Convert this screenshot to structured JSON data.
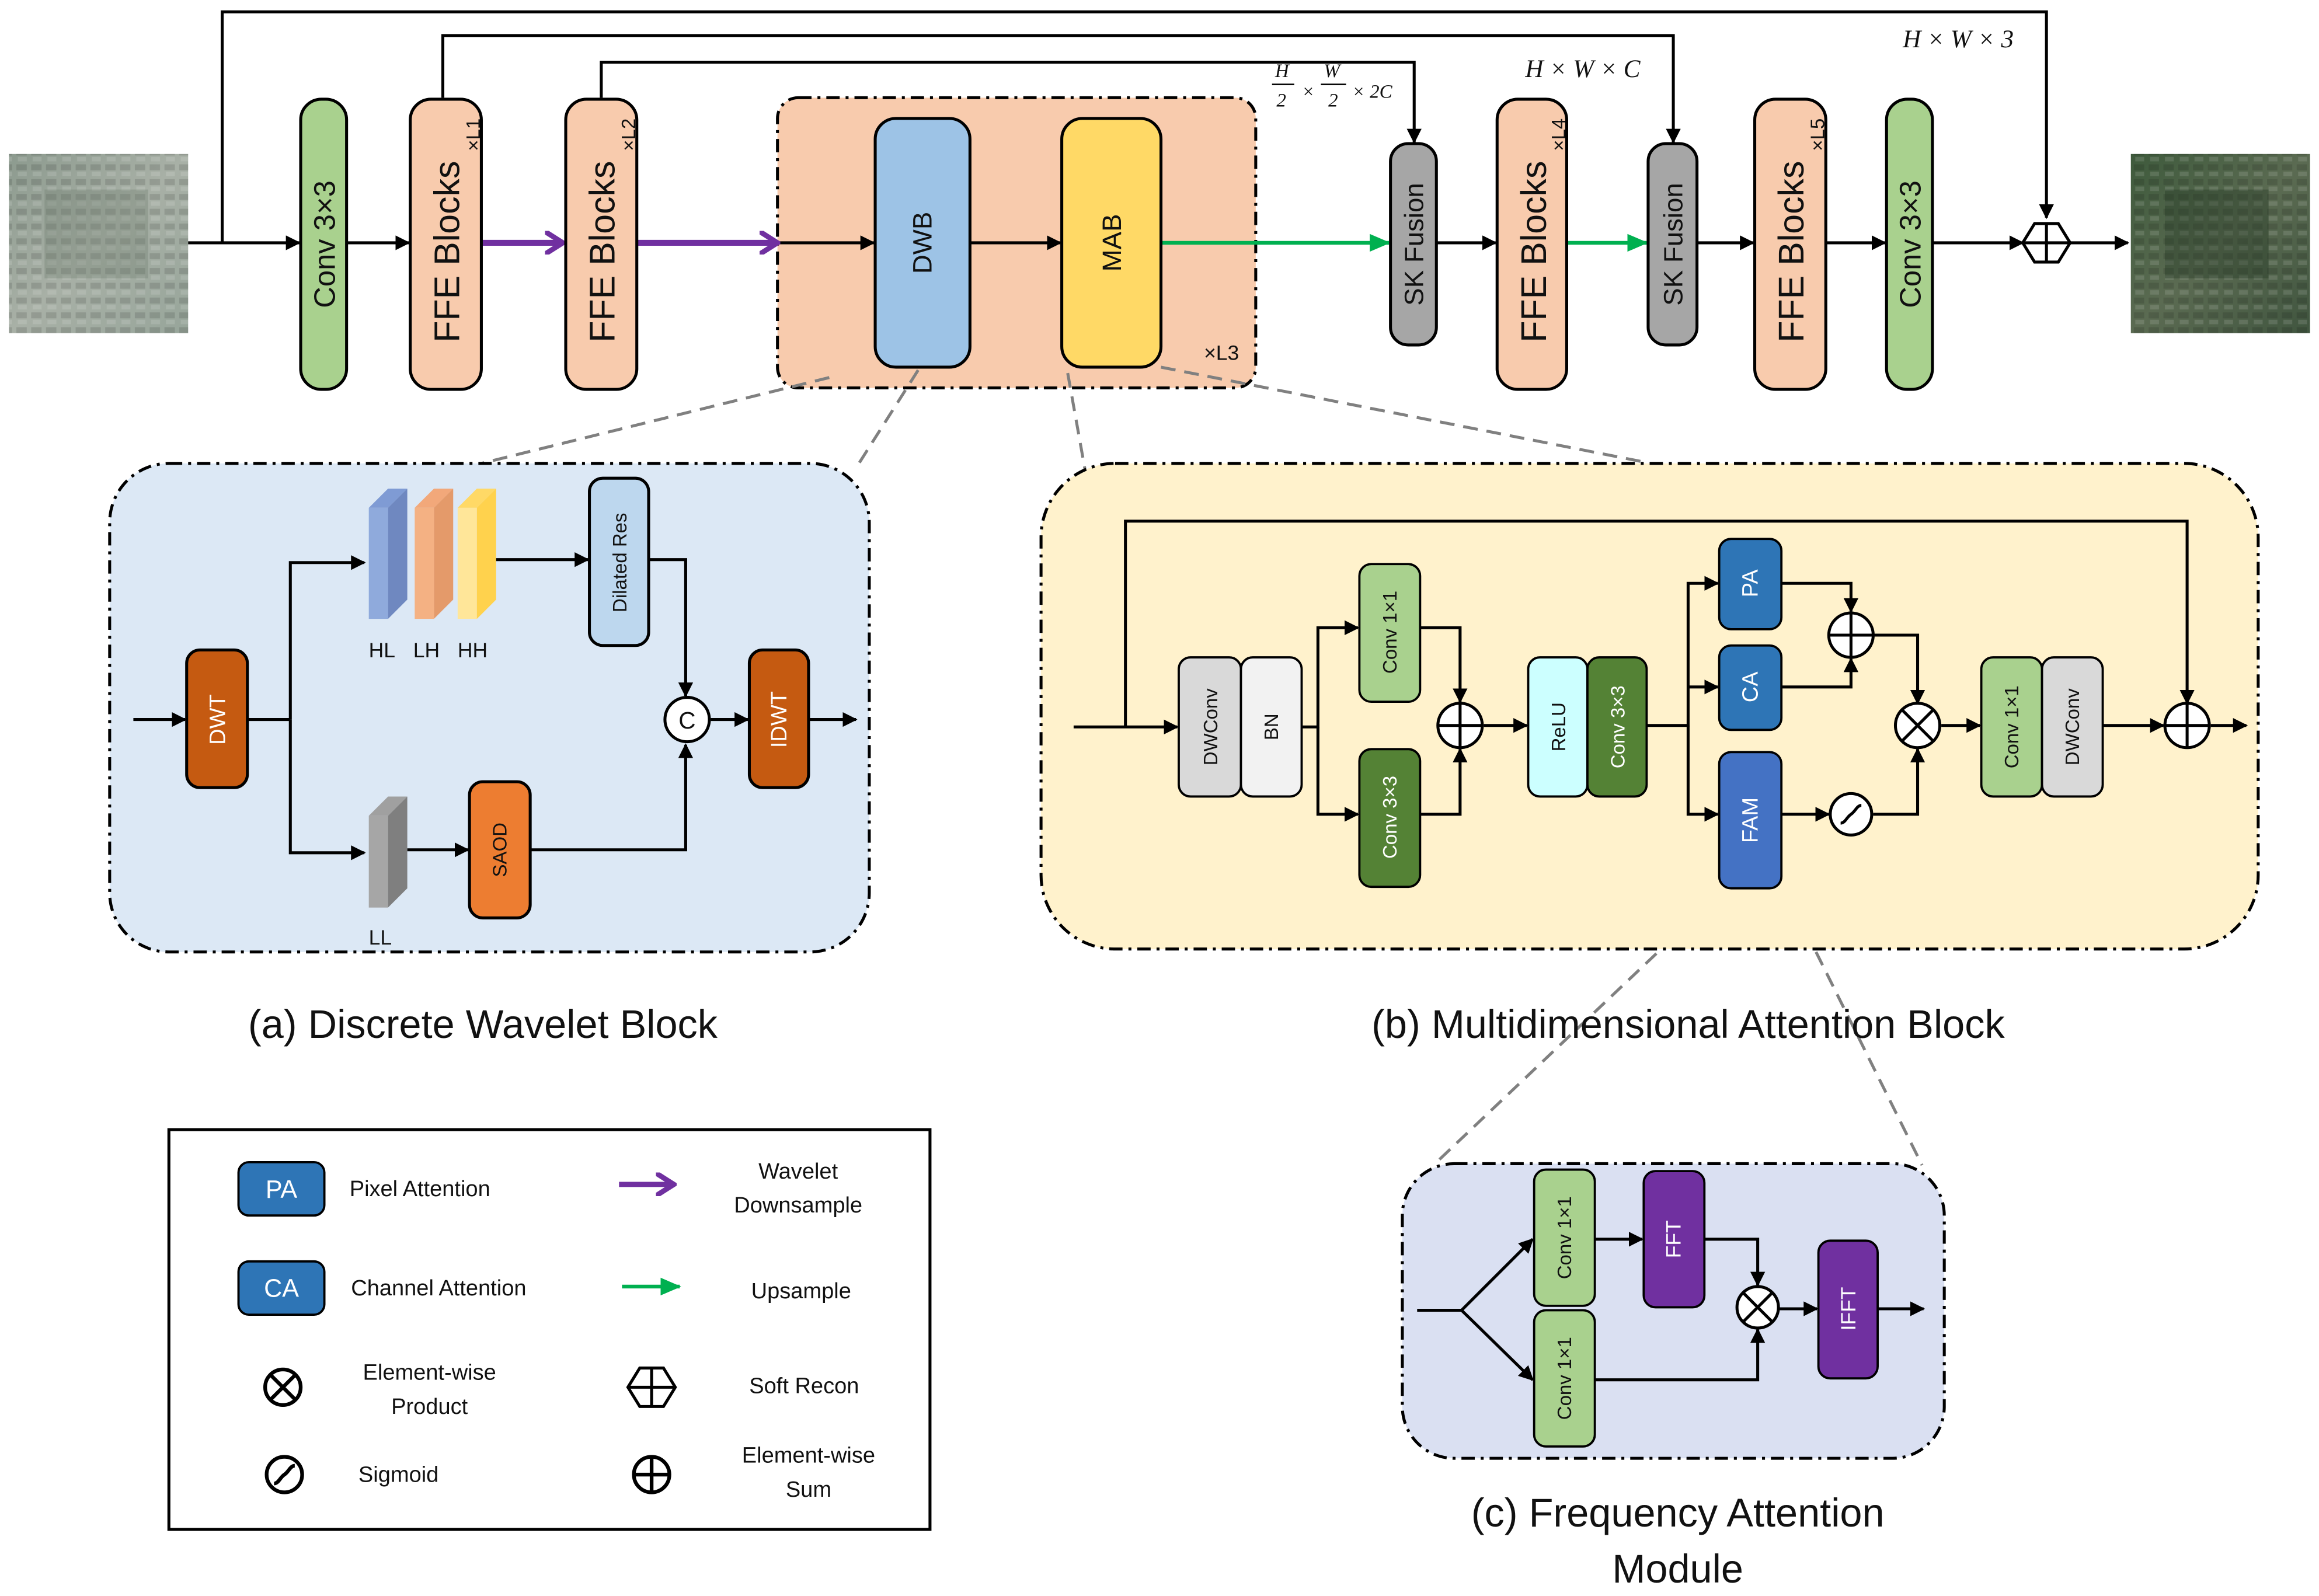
{
  "main": {
    "conv_in": "Conv 3×3",
    "ffe": "FFE Blocks",
    "sub_l1": "×L1",
    "sub_l2": "×L2",
    "sub_l4": "×L4",
    "sub_l5": "×L5",
    "dwb": "DWB",
    "mab": "MAB",
    "rep_l3": "×L3",
    "sk_fusion": "SK Fusion",
    "conv_out": "Conv 3×3",
    "dim_half": "×  ×  2C",
    "dim_mid": "H × W × C",
    "dim_out": "H × W × 3"
  },
  "dwb_panel": {
    "title": "(a) Discrete Wavelet Block",
    "dwt": "DWT",
    "hl": "HL",
    "lh": "LH",
    "hh": "HH",
    "ll": "LL",
    "dilated_res": "Dilated Res",
    "saod": "SAOD",
    "concat": "C",
    "idwt": "IDWT"
  },
  "mab_panel": {
    "title": "(b) Multidimensional Attention Block",
    "dwconv": "DWConv",
    "bn": "BN",
    "conv1x1": "Conv 1×1",
    "conv3x3": "Conv 3×3",
    "relu": "ReLU",
    "pa": "PA",
    "ca": "CA",
    "fam": "FAM"
  },
  "fam_panel": {
    "title_line1": "(c)  Frequency Attention",
    "title_line2": "Module",
    "conv1x1": "Conv 1×1",
    "fft": "FFT",
    "ifft": "IFFT"
  },
  "legend": {
    "pa_box": "PA",
    "pa_desc": "Pixel Attention",
    "ca_box": "CA",
    "ca_desc": "Channel Attention",
    "product_line1": "Element-wise",
    "product_line2": "Product",
    "sigmoid": "Sigmoid",
    "wavelet_line1": "Wavelet",
    "wavelet_line2": "Downsample",
    "upsample": "Upsample",
    "soft_recon": "Soft Recon",
    "sum_line1": "Element-wise",
    "sum_line2": "Sum"
  },
  "colors": {
    "green": "#a9d18e",
    "dark_green": "#548235",
    "salmon": "#f8cbad",
    "blue": "#9dc3e6",
    "yellow": "#ffd966",
    "gray": "#a6a6a6",
    "orange_dark": "#c55a11",
    "orange": "#ed7d31",
    "pa_blue": "#2e75b6",
    "fam_blue": "#4472c4",
    "purple": "#7030a0",
    "wavelet_arrow": "#7030a0",
    "upsample_arrow": "#00b050",
    "panel_blue": "#dce8f5",
    "panel_yellow": "#fff2cc",
    "panel_lavender": "#dae0f2"
  }
}
